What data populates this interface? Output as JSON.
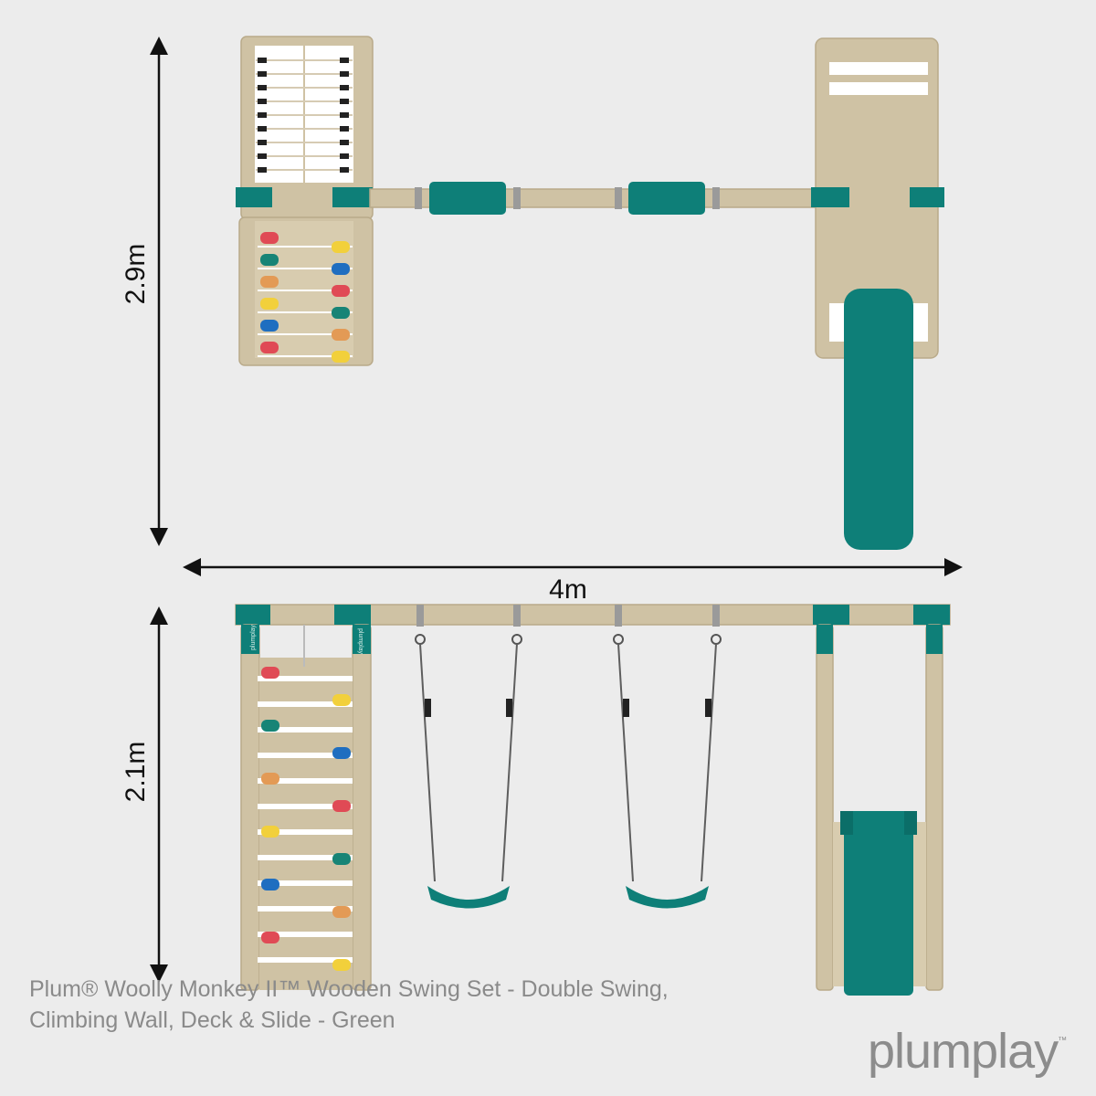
{
  "dimensions": {
    "depth": "2.9m",
    "width": "4m",
    "height": "2.1m"
  },
  "caption": {
    "line1": "Plum® Woolly Monkey II™ Wooden Swing Set - Double Swing,",
    "line2": "Climbing Wall, Deck & Slide - Green"
  },
  "brand": {
    "name": "plumplay",
    "mark": "™"
  },
  "post_stamp": "plumplay",
  "colors": {
    "background": "#ececec",
    "wood": "#cfc2a4",
    "wood_outline": "#b9aa8a",
    "teal": "#0e7f78",
    "grey_bracket": "#9a9a9a",
    "hold_red": "#e04a55",
    "hold_green": "#178476",
    "hold_orange": "#e39a55",
    "hold_yellow": "#f2d03b",
    "hold_blue": "#1f6ec0",
    "caption_text": "#8a8a8a"
  }
}
